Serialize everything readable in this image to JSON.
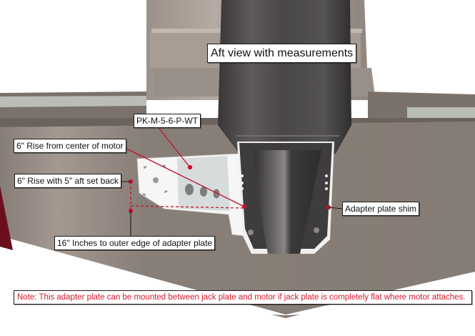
{
  "diagram": {
    "title": "Aft view with measurements",
    "part_number": "PK-M-5-6-P-WT",
    "callouts": {
      "rise_center_motor": "6\" Rise from center of motor",
      "rise_setback": "6\" Rise with 5\" aft set back",
      "outer_edge": "16\" Inches to outer edge of adapter plate",
      "shim": "Adapter plate shim"
    },
    "note": "Note: This adapter plate can be mounted between jack plate and motor if jack plate is completely flat where motor attaches.",
    "colors": {
      "hull": "#857c75",
      "hull_light": "#b8aca4",
      "deck_rail": "#b9bdb6",
      "motor": "#4a4748",
      "plate": "#f4f4f4",
      "shim": "#3e3c3d",
      "leader_red": "#c8102e",
      "note_text": "#d2182c",
      "maroon_accent": "#6b0f1f"
    }
  }
}
